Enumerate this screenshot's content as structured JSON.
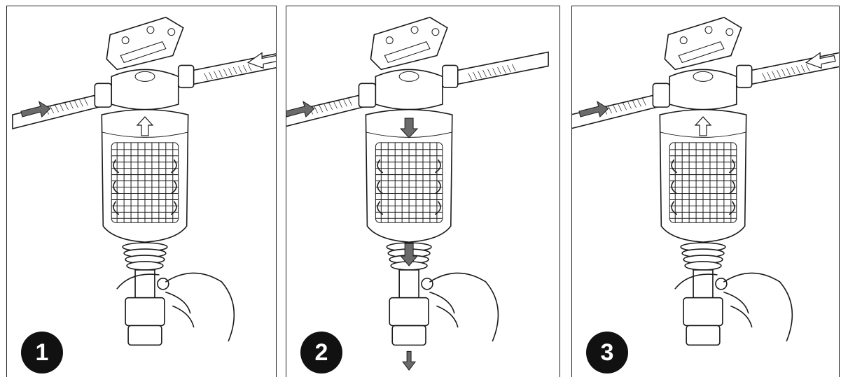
{
  "steps": [
    {
      "number": "1"
    },
    {
      "number": "2"
    },
    {
      "number": "3"
    }
  ],
  "colors": {
    "line": "#1a1a1a",
    "arrow_fill": "#6b6b6b",
    "badge_fill": "#111111",
    "badge_text": "#ffffff"
  },
  "icons": [
    "water-filter-illustration",
    "flow-arrow-icon",
    "hand-illustration",
    "drain-valve-icon"
  ]
}
